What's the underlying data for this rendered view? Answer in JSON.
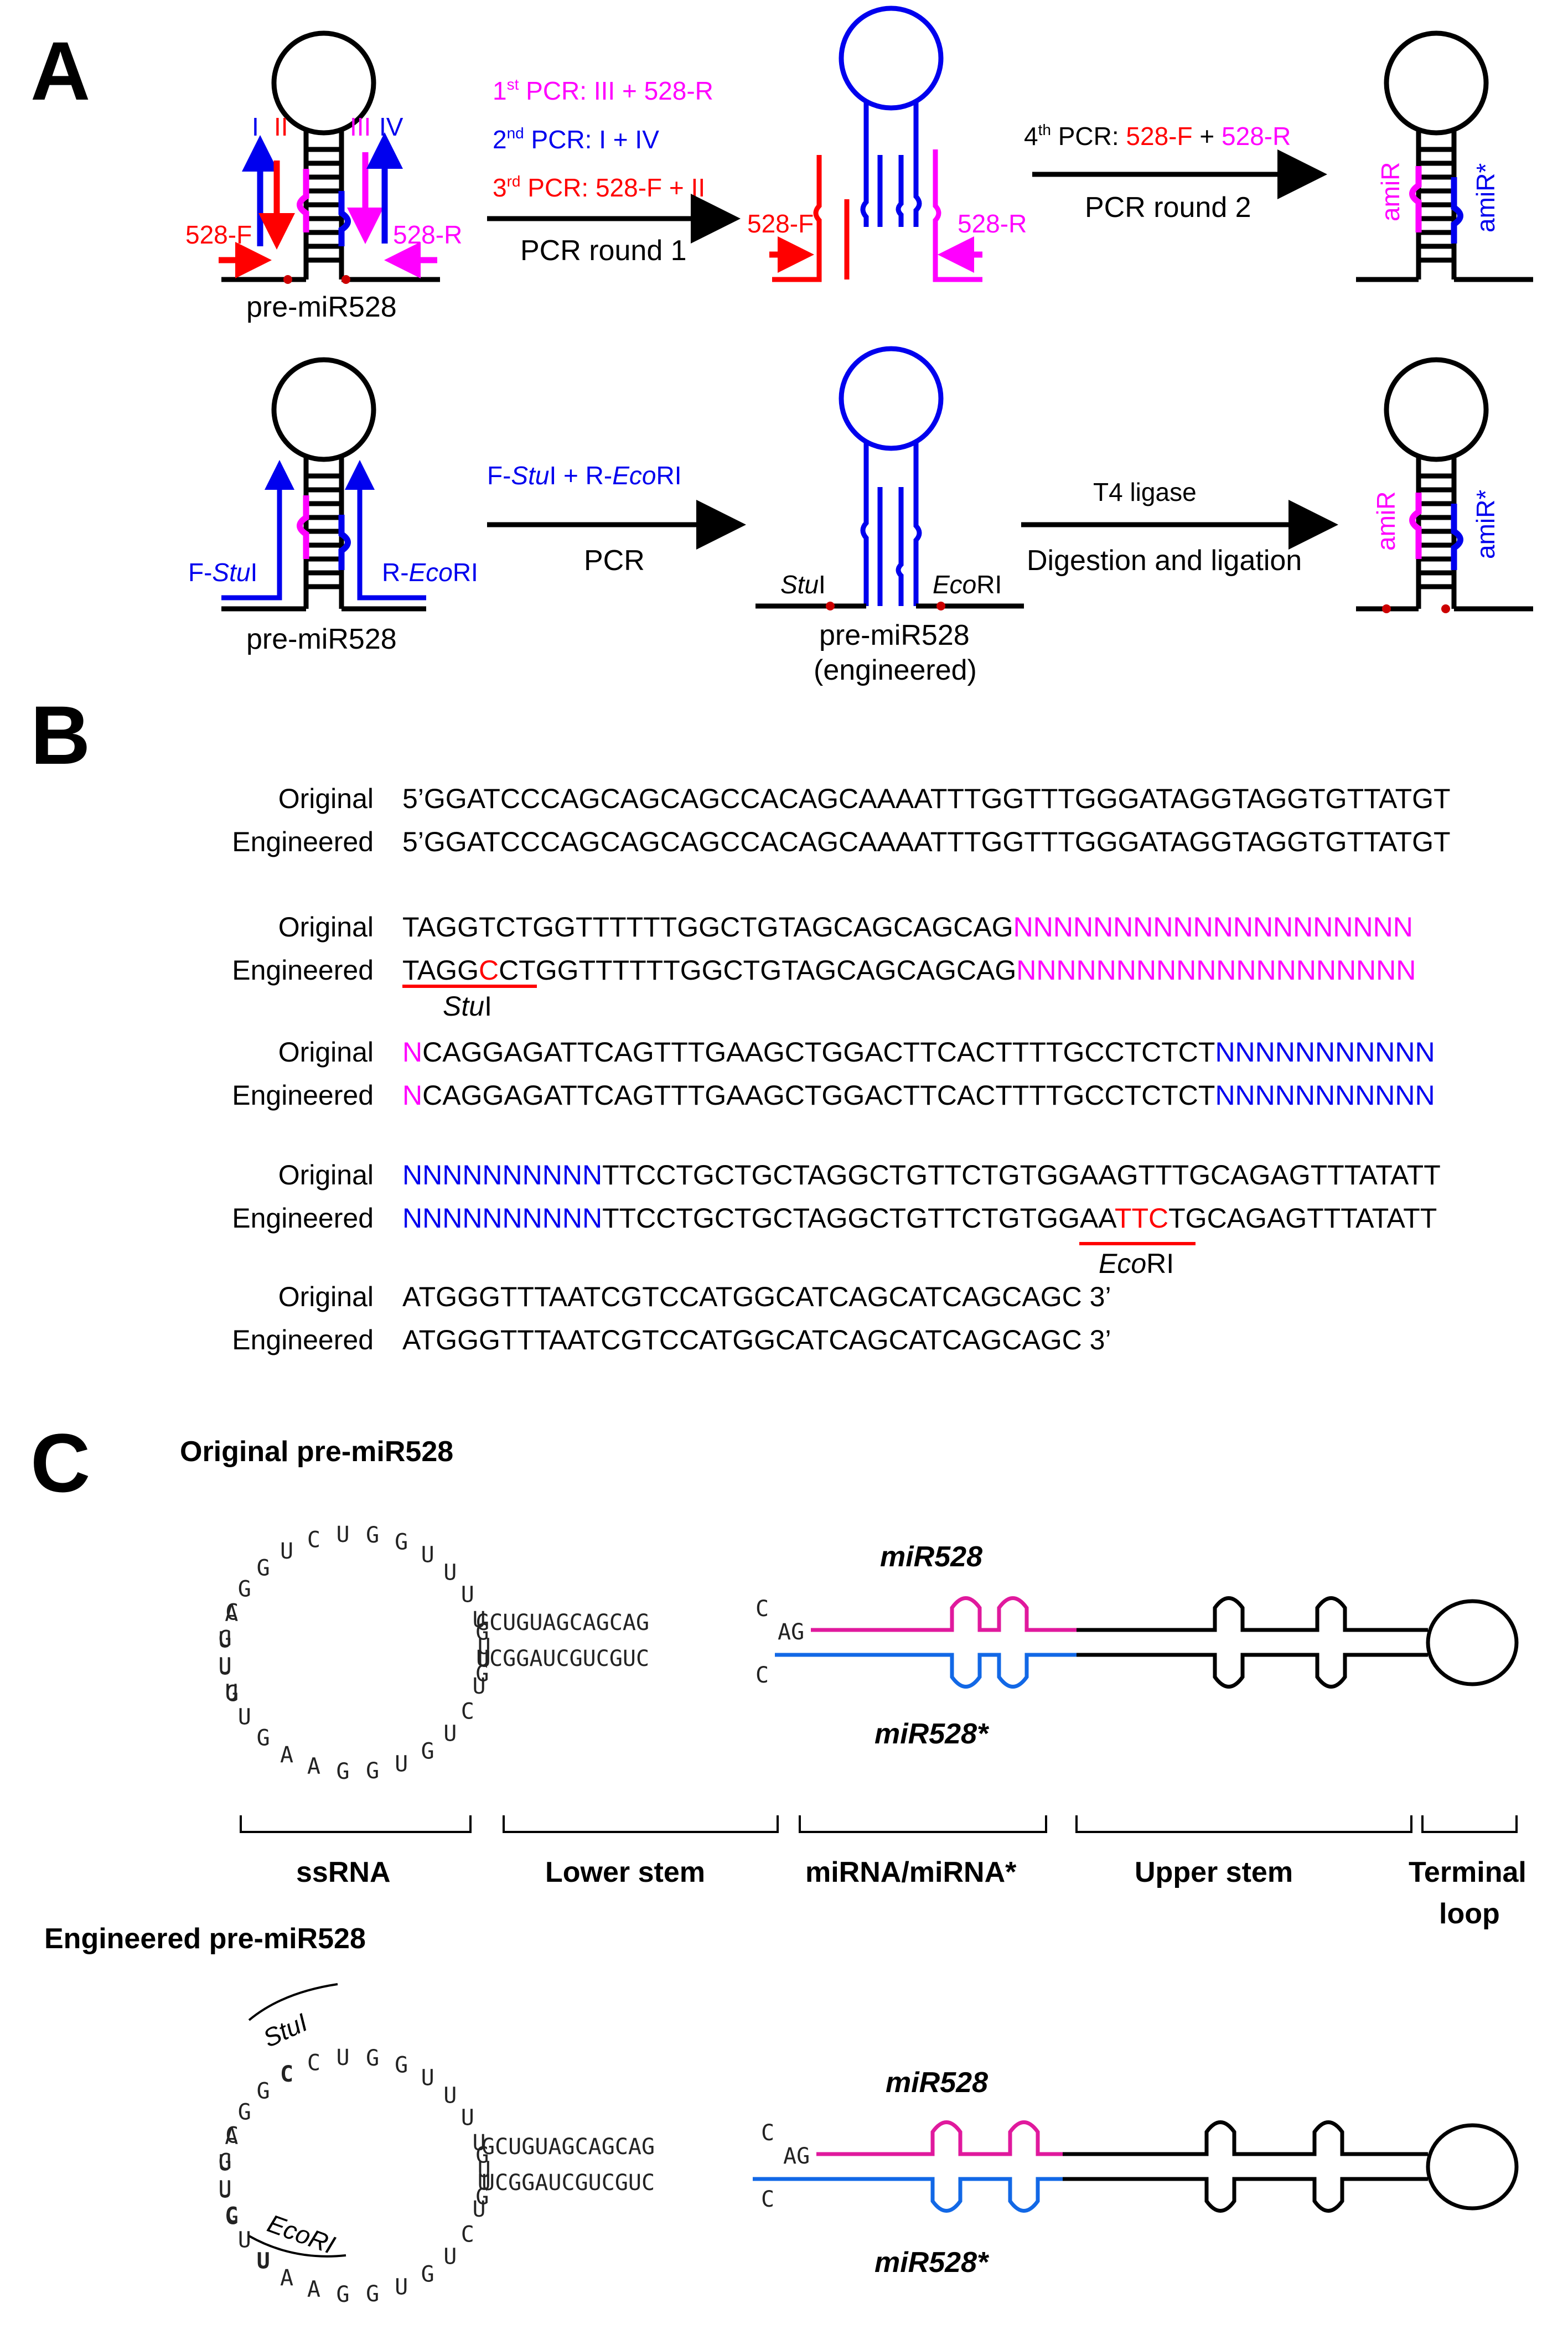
{
  "panels": {
    "a": "A",
    "b": "B",
    "c": "C"
  },
  "colors": {
    "pink": "#ff00ff",
    "blue": "#0000ee",
    "red": "#ff0000",
    "mir_pink": "#e0199d",
    "mir_blue": "#1268e6"
  },
  "panel_a": {
    "row1": {
      "primer_I": "I",
      "primer_II": "II",
      "primer_III": "III",
      "primer_IV": "IV",
      "primer_528F": "528-F",
      "primer_528R": "528-R",
      "precursor": "pre-miR528",
      "pcr1": {
        "sup": "st",
        "num": "1",
        "text": " PCR: III + 528-R"
      },
      "pcr2": {
        "sup": "nd",
        "num": "2",
        "text": " PCR: I + IV"
      },
      "pcr3": {
        "sup": "rd",
        "num": "3",
        "text": " PCR: 528-F + II"
      },
      "round1": "PCR round 1",
      "pcr4": {
        "num": "4",
        "sup": "th",
        "text": " PCR: ",
        "f": "528-F",
        "plus": " + ",
        "r": "528-R"
      },
      "round2": "PCR round 2",
      "amiR": "amiR",
      "amiR_star": "amiR*"
    },
    "row2": {
      "f_primer": "F-",
      "f_enzyme": "Stu",
      "f_enzyme_suffix": "I",
      "r_primer": "R-",
      "r_enzyme": "Eco",
      "r_enzyme_suffix": "RI",
      "precursor": "pre-miR528",
      "primer_line": {
        "f": "F-",
        "stu": "Stu",
        "i": "I + R-",
        "eco": "Eco",
        "ri": "RI"
      },
      "pcr": "PCR",
      "site_left": {
        "name": "Stu",
        "suffix": "I"
      },
      "site_right": {
        "name": "Eco",
        "suffix": "RI"
      },
      "engineered_1": "pre-miR528",
      "engineered_2": "(engineered)",
      "ligase": "T4 ligase",
      "digestion": "Digestion and ligation",
      "amiR": "amiR",
      "amiR_star": "amiR*"
    }
  },
  "panel_b": {
    "row_labels": {
      "original": "Original",
      "engineered": "Engineered"
    },
    "blocks": [
      {
        "orig": [
          {
            "t": "5’GGATCCCAGCAGCAGCCACAGCAAAATTTGGTTTGGGATAGGTAGGTGTTATGT",
            "c": "k"
          }
        ],
        "eng": [
          {
            "t": "5’GGATCCCAGCAGCAGCCACAGCAAAATTTGGTTTGGGATAGGTAGGTGTTATGT",
            "c": "k"
          }
        ]
      },
      {
        "orig": [
          {
            "t": "TAGGTCTGGTTTTTTGGCTGTAGCAGCAGCAG",
            "c": "k"
          },
          {
            "t": "NNNNNNNNNNNNNNNNNNNN",
            "c": "p"
          }
        ],
        "eng": [
          {
            "t": "TAGG",
            "c": "k"
          },
          {
            "t": "C",
            "c": "r"
          },
          {
            "t": "CTGGTTTTTTGGCTGTAGCAGCAGCAG",
            "c": "k"
          },
          {
            "t": "NNNNNNNNNNNNNNNNNNNN",
            "c": "p"
          }
        ]
      },
      {
        "orig": [
          {
            "t": "N",
            "c": "p"
          },
          {
            "t": "CAGGAGATTCAGTTTGAAGCTGGACTTCACTTTTGCCTCTCT",
            "c": "k"
          },
          {
            "t": "NNNNNNNNNNN",
            "c": "b"
          }
        ],
        "eng": [
          {
            "t": "N",
            "c": "p"
          },
          {
            "t": "CAGGAGATTCAGTTTGAAGCTGGACTTCACTTTTGCCTCTCT",
            "c": "k"
          },
          {
            "t": "NNNNNNNNNNN",
            "c": "b"
          }
        ]
      },
      {
        "orig": [
          {
            "t": "NNNNNNNNNN",
            "c": "b"
          },
          {
            "t": "TTCCTGCTGCTAGGCTGTTCTGTGGAAGTTTGCAGAGTTTATATT",
            "c": "k"
          }
        ],
        "eng": [
          {
            "t": "NNNNNNNNNN",
            "c": "b"
          },
          {
            "t": "TTCCTGCTGCTAGGCTGTTCTGTGGAA",
            "c": "k"
          },
          {
            "t": "TT",
            "c": "r"
          },
          {
            "t": "C",
            "c": "r"
          },
          {
            "t": "TGCAGAGTTTATATT",
            "c": "k"
          }
        ]
      },
      {
        "orig": [
          {
            "t": "ATGGGTTTAATCGTCCATGGCATCAGCATCAGCAGC 3’",
            "c": "k"
          }
        ],
        "eng": [
          {
            "t": "ATGGGTTTAATCGTCCATGGCATCAGCATCAGCAGC 3’",
            "c": "k"
          }
        ]
      }
    ],
    "stu_site": {
      "name": "Stu",
      "suffix": "I"
    },
    "eco_site": {
      "name": "Eco",
      "suffix": "RI"
    }
  },
  "panel_c": {
    "title_original": "Original pre-miR528",
    "title_engineered": "Engineered pre-miR528",
    "mir_label": "miR528",
    "mir_star_label": "miR528*",
    "stem_top": "GCUGUAGCAGCAG",
    "stem_bottom": "UCGGAUCGUCGUC",
    "bulge_top_c": "C",
    "bulge_top_ag": "AG",
    "bulge_bottom_c": "C",
    "loop_top_orig": [
      "G",
      "U",
      "U",
      "A",
      "G",
      "G",
      "U",
      "C",
      "U",
      "G",
      "G",
      "U",
      "U",
      "U",
      "U",
      "U",
      "G"
    ],
    "loop_bottom_orig": [
      "C",
      "G",
      "U",
      "U",
      "U",
      "G",
      "A",
      "A",
      "G",
      "G",
      "U",
      "G",
      "U",
      "C",
      "U",
      "U",
      "G"
    ],
    "loop_top_eng": [
      "G",
      "U",
      "U",
      "A",
      "G",
      "G",
      "C",
      "C",
      "U",
      "G",
      "G",
      "U",
      "U",
      "U",
      "U",
      "U",
      "G"
    ],
    "loop_bottom_eng": [
      "C",
      "G",
      "U",
      "C",
      "U",
      "U",
      "A",
      "A",
      "G",
      "G",
      "U",
      "G",
      "U",
      "C",
      "U",
      "U",
      "G"
    ],
    "stu_label": "StuI",
    "eco_label": "EcoRI",
    "regions": [
      "ssRNA",
      "Lower stem",
      "miRNA/miRNA*",
      "Upper stem",
      "Terminal",
      "loop"
    ]
  }
}
